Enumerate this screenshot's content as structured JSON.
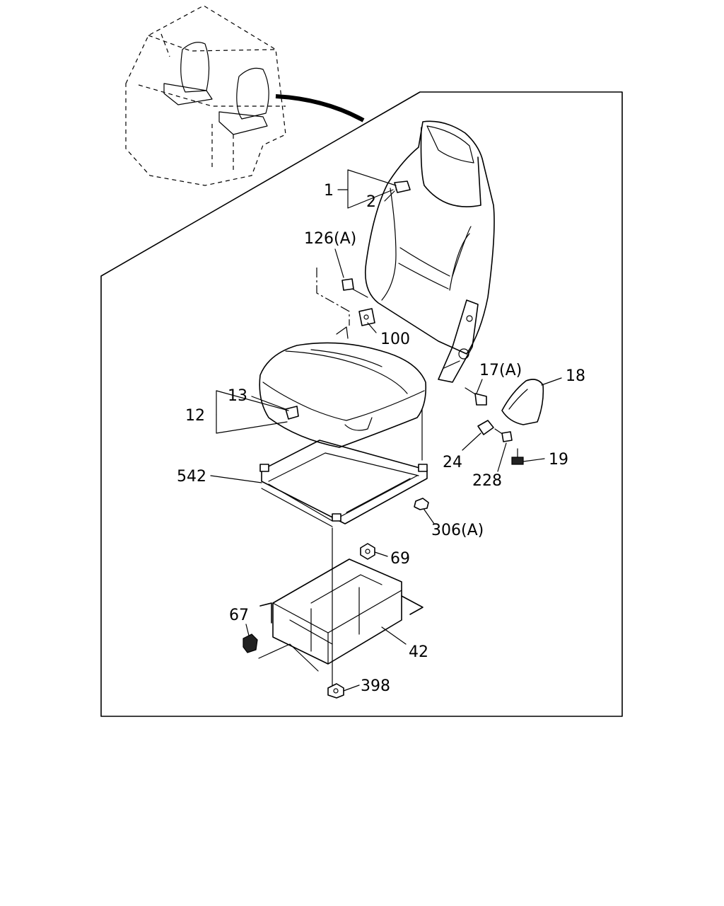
{
  "callouts": {
    "c1": "1",
    "c2": "2",
    "c126a": "126(A)",
    "c100": "100",
    "c13": "13",
    "c12": "12",
    "c17a": "17(A)",
    "c18": "18",
    "c24": "24",
    "c228": "228",
    "c19": "19",
    "c542": "542",
    "c306a": "306(A)",
    "c69": "69",
    "c67": "67",
    "c42": "42",
    "c398": "398"
  }
}
